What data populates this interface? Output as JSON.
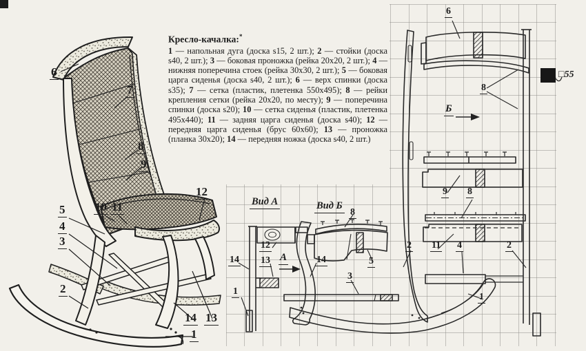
{
  "parts_list": {
    "title": "Кресло-качалка:",
    "title_mark": "*",
    "dash": " — ",
    "separator": "; ",
    "items": [
      {
        "num": "1",
        "text": "напольная дуга (доска s15, 2 шт.)"
      },
      {
        "num": "2",
        "text": "стойки (доска s40, 2 шт.)"
      },
      {
        "num": "3",
        "text": "боковая проножка (рейка 20x20, 2 шт.)"
      },
      {
        "num": "4",
        "text": "нижняя поперечина стоек (рейка 30x30, 2 шт.)"
      },
      {
        "num": "5",
        "text": "боковая царга сиденья (доска s40, 2 шт.)"
      },
      {
        "num": "6",
        "text": "верх спинки (доска s35)"
      },
      {
        "num": "7",
        "text": "сетка (пластик, плетенка 550x495)"
      },
      {
        "num": "8",
        "text": "рейки крепления сетки (рейка 20x20, по месту)"
      },
      {
        "num": "9",
        "text": "поперечина спинки (доска s20)"
      },
      {
        "num": "10",
        "text": "сетка сиденья (пластик, плетенка 495x440)"
      },
      {
        "num": "11",
        "text": "задняя царга сиденья (доска s40)"
      },
      {
        "num": "12",
        "text": "передняя царга сиденья (брус 60x60)"
      },
      {
        "num": "13",
        "text": "проножка (планка 30x20)"
      },
      {
        "num": "14",
        "text": "передняя ножка (доска s40, 2 шт.)"
      }
    ]
  },
  "views": {
    "view_a_label": "Вид А",
    "view_b_label": "Вид Б",
    "arrow_a": "А",
    "arrow_b": "Б",
    "scale_label": "□55"
  },
  "callouts": {
    "illustration": [
      "6",
      "7",
      "8",
      "9",
      "5",
      "4",
      "3",
      "2",
      "10",
      "11",
      "12",
      "14",
      "13",
      "1"
    ],
    "front_view": [
      "6",
      "8",
      "9",
      "8",
      "2",
      "11",
      "4",
      "2",
      "1"
    ],
    "side_view": [
      "8",
      "12",
      "13",
      "14",
      "1",
      "14",
      "5",
      "3"
    ]
  }
}
